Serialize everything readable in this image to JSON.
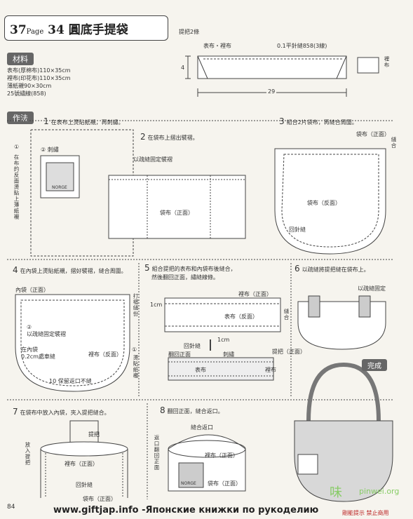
{
  "header": {
    "page_prefix": "37",
    "page_word": "Page",
    "page_no": "34",
    "title": "圓底手提袋"
  },
  "materials": {
    "heading": "材料",
    "items": [
      "表布(厚棉布)110×35cm",
      "裡布(印花布)110×35cm",
      "薄紙襯90×30cm",
      "25號繡線(858)"
    ]
  },
  "method": {
    "heading": "作法"
  },
  "handle_diagram": {
    "title": "提把2條",
    "fabric": "表布・裡布",
    "stitch": "0.1平針縫858(3線)",
    "height": "4",
    "length": "29",
    "lining_label": "裡布"
  },
  "steps": {
    "s1": {
      "num": "1",
      "text": "在表布上燙貼紙襯，再刺繡。"
    },
    "s2": {
      "num": "2",
      "text": "在袋布上摺出襞褶。"
    },
    "s3": {
      "num": "3",
      "text": "組合2片袋布，再縫合周圍。"
    },
    "s4": {
      "num": "4",
      "text": "在內袋上燙貼紙襯，摺好襞褶，縫合周圍。"
    },
    "s5": {
      "num": "5",
      "text": "組合提把的表布和內袋布後縫合，",
      "text2": "然後翻回正面，繡縫線條。"
    },
    "s6": {
      "num": "6",
      "text": "以疏縫將提把縫在袋布上。"
    },
    "s7": {
      "num": "7",
      "text": "在袋布中放入內袋，夾入提把縫合。"
    },
    "s8": {
      "num": "8",
      "text": "翻回正面，縫合返口。"
    }
  },
  "labels": {
    "s1_circle1": "①",
    "s1_side": "在布的反面燙貼上薄紙襯",
    "s1_embroidery": "② 刺繡",
    "s1_badge": "NORGE",
    "s2_tack": "以疏縫固定襞褶",
    "s2_bag": "袋布（正面）",
    "s3_bag_top": "袋布（正面）",
    "s3_bag": "袋布（反面）",
    "s3_backstitch": "回針縫",
    "s3_sew": "縫合",
    "s4_lining": "內袋（正面）",
    "s4_pleat": "以疏縫固定襞褶",
    "s4_circle2": "②",
    "s4_seam": "0.2cm處車縫",
    "s4_inner": "在內袋",
    "s4_lining_back": "裡布（反面）",
    "s4_leave": "10 保留返口不縫",
    "s4_right": "燙貼紙襯",
    "s4_right2": "打褶縫份",
    "s4_circle1": "①",
    "s5_1cm_a": "1cm",
    "s5_1cm_b": "1cm",
    "s5_lining_front": "裡布（正面）",
    "s5_outer_back": "表布（反面）",
    "s5_backstitch": "回針縫",
    "s5_turn": "翻回正面",
    "s5_outer": "表布",
    "s5_stitch": "刺繡",
    "s5_lining": "裡布",
    "s5_side": "縫合",
    "s6_tack": "以疏縫固定",
    "s6_handle": "提把（正面）",
    "s6_done": "完成",
    "s7_handle": "提把",
    "s7_put": "放入提把",
    "s7_lining": "裡布（正面）",
    "s7_backstitch": "回針縫",
    "s7_bag": "袋布（正面）",
    "s8_close": "縫合返口",
    "s8_return": "返口翻回正面",
    "s8_lining": "裡布（正面）",
    "s8_bag": "袋布（正面）",
    "s8_badge": "NORGE"
  },
  "page_number": "84",
  "footer": {
    "text": "www.giftjap.info -Японские книжки по рукоделию",
    "stamp": "剛能提示 禁止商用",
    "watermark": "pinwei.org",
    "watermark_char": "味"
  }
}
